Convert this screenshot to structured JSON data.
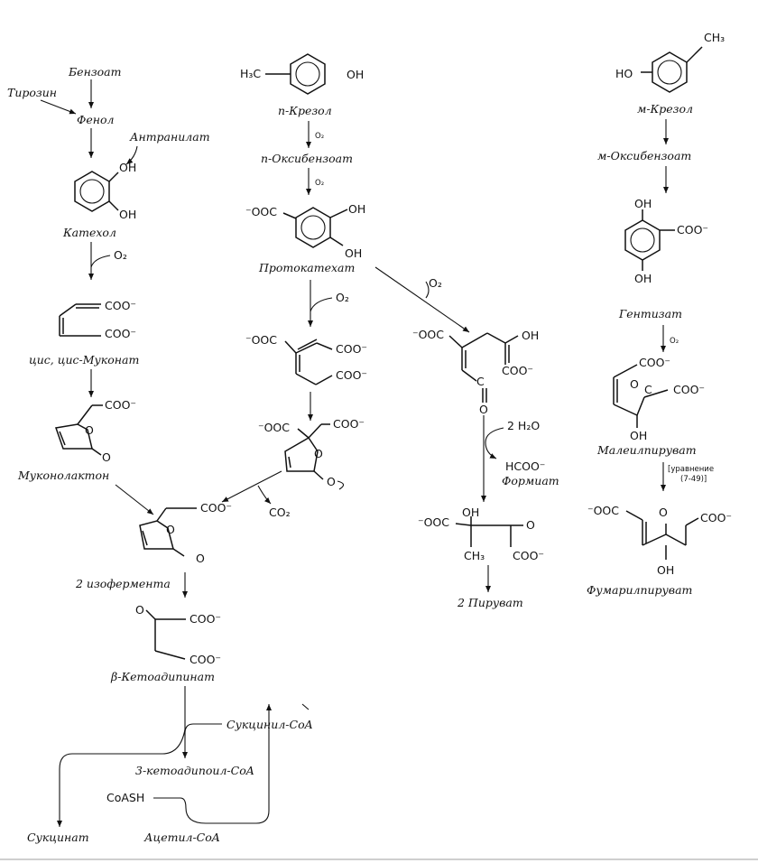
{
  "left": {
    "benzoat": "Бензоат",
    "tirozin": "Тирозин",
    "fenol": "Фенол",
    "antranilat": "Антранилат",
    "katehol": "Катехол",
    "katehol_oh1": "OH",
    "katehol_oh2": "OH",
    "o2": "O₂",
    "mukonat_coo1": "COO⁻",
    "mukonat_coo2": "COO⁻",
    "cis_cis_mukonat": "цис, цис-Муконат",
    "mukonolakton_coo": "COO⁻",
    "mukonolakton_o_ring": "O",
    "mukonolakton_o": "O",
    "mukonolakton": "Муконолактон",
    "enol_coo": "COO⁻",
    "enol_o_ring": "O",
    "enol_o": "O",
    "izofermenta": "2 изофермента",
    "keto_o": "O",
    "keto_coo1": "COO⁻",
    "keto_coo2": "COO⁻",
    "ketoadipinat": "β-Кетоадипинат",
    "sukcinil_coa": "Сукцинил-CoA",
    "ketoadipoil_coa": "3-кетоадипоил-CoA",
    "coash": "CoASH",
    "sukcinat": "Сукцинат",
    "acetil_coa": "Ацетил-CoA"
  },
  "middle": {
    "h3c": "H₃C",
    "oh_top": "OH",
    "p_krezol": "п-Крезол",
    "o2_a": "O₂",
    "p_oksibenzoat": "п-Оксибензоат",
    "o2_b": "O₂",
    "proto_ooc": "⁻OOC",
    "proto_oh1": "OH",
    "proto_oh2": "OH",
    "protokatehat": "Протокатехат",
    "o2_c": "O₂",
    "o2_d": "O₂",
    "carboxymuc_ooc": "⁻OOC",
    "carboxymuc_coo1": "COO⁻",
    "carboxymuc_coo2": "COO⁻",
    "lactone_ooc": "⁻OOC",
    "lactone_coo": "COO⁻",
    "lactone_o_ring": "O",
    "lactone_o": "O",
    "co2": "CO₂",
    "semi_ooc": "⁻OOC",
    "semi_oh": "OH",
    "semi_coo": "COO⁻",
    "semi_cho": "C",
    "semi_o": "O",
    "h2o": "2 H₂O",
    "hcoo": "HCOO⁻",
    "formiat": "Формиат",
    "hyd_ooc": "⁻OOC",
    "hyd_oh": "OH",
    "hyd_ch3": "CH₃",
    "hyd_o": "O",
    "hyd_coo": "COO⁻",
    "piruvat": "2 Пируват"
  },
  "right": {
    "ch3": "CH₃",
    "ho": "HO",
    "m_krezol": "м-Крезол",
    "m_oksibenzoat": "м-Оксибензоат",
    "gen_oh1": "OH",
    "gen_coo": "COO⁻",
    "gen_oh2": "OH",
    "gentizat": "Гентизат",
    "o2": "O₂",
    "mal_coo1": "COO⁻",
    "mal_o": "O",
    "mal_c": "C",
    "mal_coo2": "COO⁻",
    "mal_oh": "OH",
    "maleilpiruvat": "Малеилпируват",
    "uravnenie": "[уравнение",
    "uravnenie_num": "(7-49)]",
    "fum_ooc": "⁻OOC",
    "fum_o": "O",
    "fum_coo": "COO⁻",
    "fum_oh": "OH",
    "fumarilpiruvat": "Фумарилпируват"
  }
}
